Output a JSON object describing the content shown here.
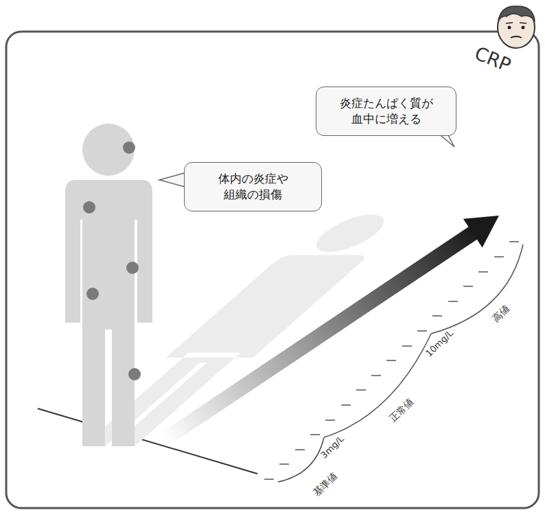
{
  "diagram": {
    "nodes": [
      {
        "text": [
          "体内の炎症や 組織の損傷"
        ]
      },
      {
        "text": [
          "炎症たんぱく質が 血中に増える"
        ]
      }
    ],
    "labels": [
      "CRP",
      "高値",
      "10mg/L",
      "正常値",
      "3mg/L",
      "基準値"
    ]
  }
}
